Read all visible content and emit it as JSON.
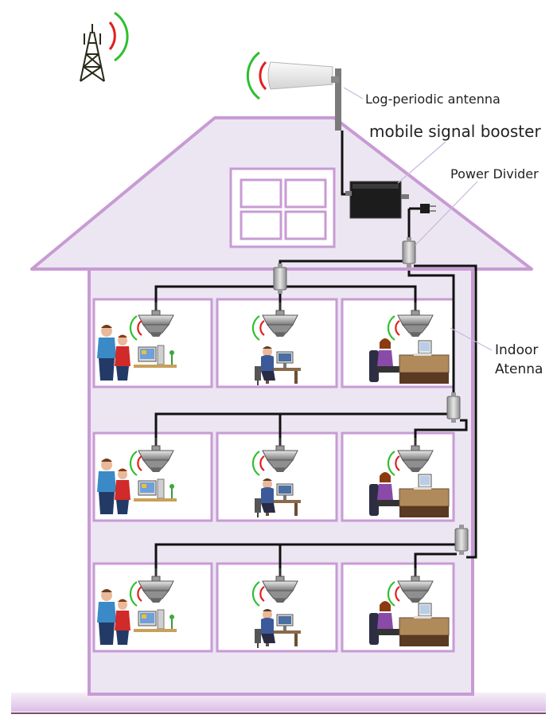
{
  "labels": {
    "log_periodic_antenna": "Log-periodic antenna",
    "mobile_signal_booster": "mobile signal booster",
    "power_divider": "Power Divider",
    "indoor_antenna_line1": "Indoor",
    "indoor_antenna_line2": "Atenna"
  },
  "colors": {
    "house_wall": "#ece6f3",
    "house_outline": "#c89bd4",
    "cable": "#111111",
    "signal_red": "#e02020",
    "signal_green": "#2fbf2f",
    "booster_box": "#1c1c1c",
    "ground": "#d7b0e0"
  },
  "floors": 3,
  "rooms_per_floor": 3
}
